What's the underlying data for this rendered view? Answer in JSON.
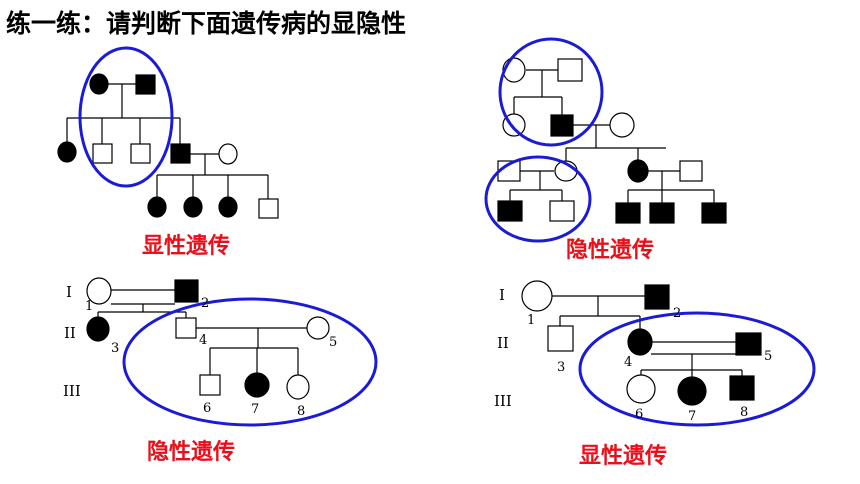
{
  "title": "练一练：请判断下面遗传病的显隐性",
  "answers": {
    "top_left": "显性遗传",
    "top_right": "隐性遗传",
    "bottom_left": "隐性遗传",
    "bottom_right": "显性遗传"
  },
  "generation_labels": {
    "g1": "I",
    "g2": "II",
    "g3": "III"
  },
  "individual_numbers": {
    "bl": [
      "1",
      "2",
      "3",
      "4",
      "5",
      "6",
      "7",
      "8"
    ],
    "br": [
      "1",
      "2",
      "3",
      "4",
      "5",
      "6",
      "7",
      "8"
    ]
  },
  "legend": {
    "affected_fill": "#000000",
    "unaffected_fill": "#ffffff",
    "highlight_ring": "#1b1bd6",
    "answer_color": "#e8101a"
  }
}
